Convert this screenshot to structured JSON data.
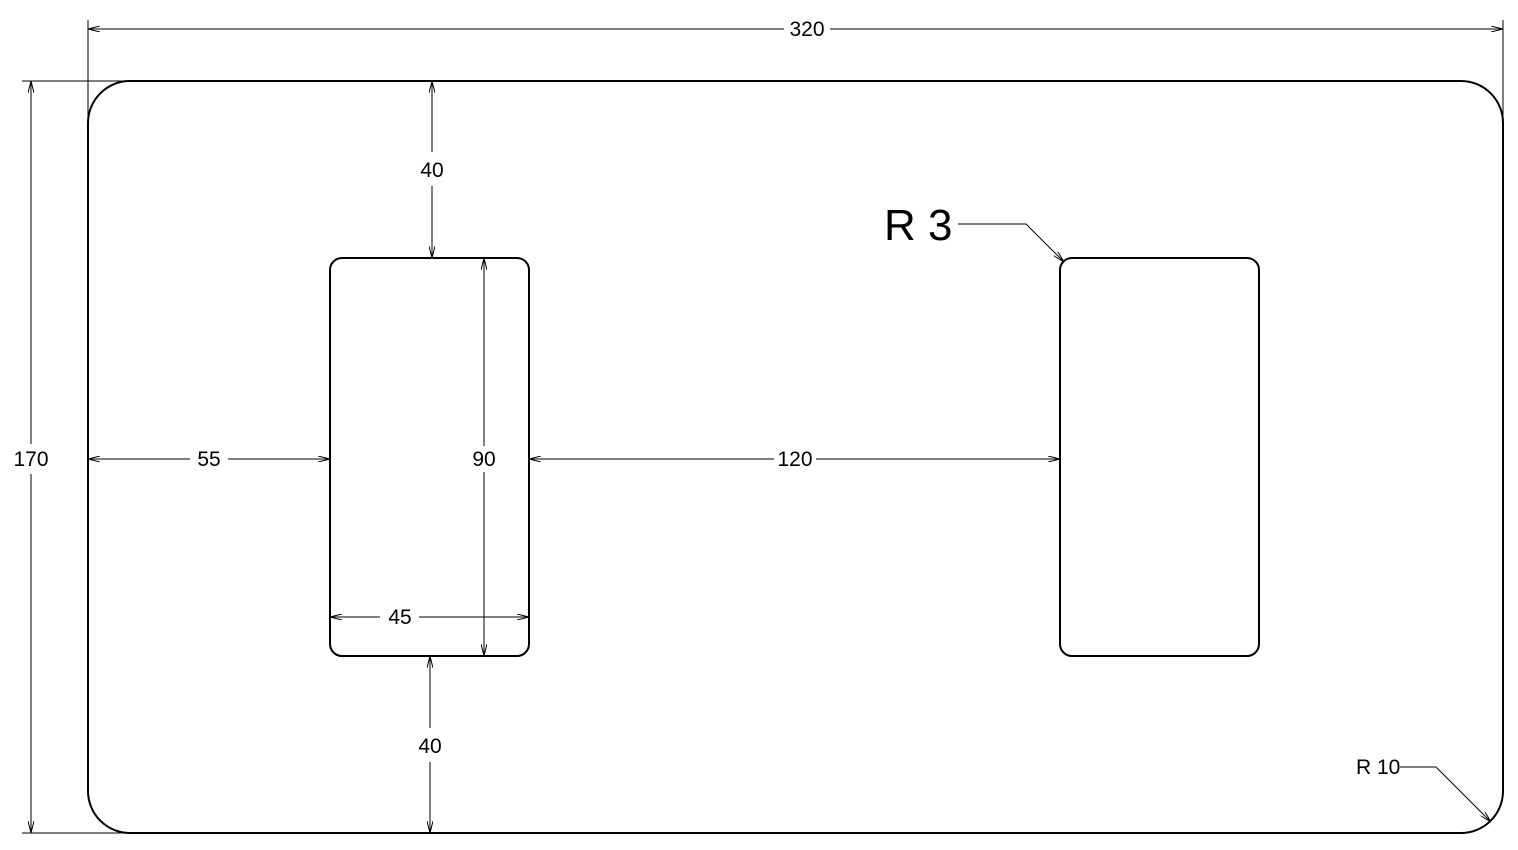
{
  "drawing": {
    "overall_width": "320",
    "overall_height": "170",
    "top_margin": "40",
    "bottom_margin": "40",
    "left_offset": "55",
    "slot_height": "90",
    "slot_width": "45",
    "slot_gap": "120",
    "slot_radius": "R 3",
    "corner_radius": "R 10"
  },
  "colors": {
    "line": "#000000",
    "background": "#ffffff"
  }
}
